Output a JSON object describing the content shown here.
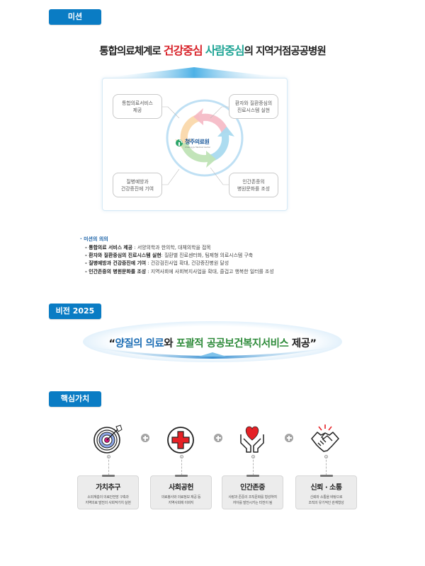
{
  "mission": {
    "section_label": "미션",
    "headline": {
      "prefix": "통합의료체계로 ",
      "red": "건강중심",
      "space": " ",
      "teal": "사람중심",
      "suffix": "의 지역거점공공병원"
    },
    "diagram": {
      "logo": {
        "name": "청주의료원",
        "sub": "Cheong Ju Medical Center"
      },
      "nodes": [
        {
          "line1": "통합의료서비스",
          "line2": "제공"
        },
        {
          "line1": "환자와 질환중심의",
          "line2": "진료시스템 실현"
        },
        {
          "line1": "질병예방과",
          "line2": "건강증진에 기여"
        },
        {
          "line1": "인간존중의",
          "line2": "병원문화를 조성"
        }
      ],
      "arrow_colors": [
        "#f9d6a6",
        "#f5b8c4",
        "#a9daef",
        "#bfe3b5"
      ]
    },
    "meaning": {
      "title": "· 미션의 의의",
      "items": [
        {
          "label": "- 통합의료 서비스 제공",
          "sep": " : ",
          "text": "서양의학과 한의학, 대체의학을 접목"
        },
        {
          "label": "- 환자와 질환중심의 진료시스템 실현",
          "sep": ": ",
          "text": "질환별 진료센터화, 팀제형 의료시스템 구축"
        },
        {
          "label": "- 질병예방과 건강증진에 기여",
          "sep": " : ",
          "text": "건강검진사업 확대, 건강증진병원 달성"
        },
        {
          "label": "- 인간존중의 병원문화를 조성",
          "sep": " : ",
          "text": "지역사회에 사회복지사업을 확대, 즐겁고 행복한 일터를 조성"
        }
      ]
    }
  },
  "vision": {
    "section_label": "비전 2025",
    "statement": {
      "open_quote": "“",
      "blue": "양질의 의료",
      "mid": "와 ",
      "green": "포괄적 공공보건복지서비스",
      "end": " 제공",
      "close_quote": "”"
    }
  },
  "core_values": {
    "section_label": "핵심가치",
    "items": [
      {
        "icon": "target-icon",
        "title": "가치추구",
        "desc1": "소외계층의 의료안전망 구축과",
        "desc2": "지역의료 발전의 사회적가치 실현"
      },
      {
        "icon": "medical-cross-icon",
        "title": "사회공헌",
        "desc1": "의료봉사와 의료정보 제공 등",
        "desc2": "지역사회에 이바지"
      },
      {
        "icon": "heart-hands-icon",
        "title": "인간존중",
        "desc1": "사랑과 존중의 조직문화를 형성하여",
        "desc2": "자아를 발전시키는 터전이 됨"
      },
      {
        "icon": "handshake-icon",
        "title": "신뢰 · 소통",
        "desc1": "신뢰와 소통을 바탕으로",
        "desc2": "조직의 유기적인 관계형성"
      }
    ]
  },
  "colors": {
    "section_label_bg": "#0a7cc4",
    "headline_red": "#d8232a",
    "headline_teal": "#21a596",
    "vision_blue": "#1f6fb5",
    "vision_green": "#2e8b3a",
    "card_bg": "#ececec"
  }
}
